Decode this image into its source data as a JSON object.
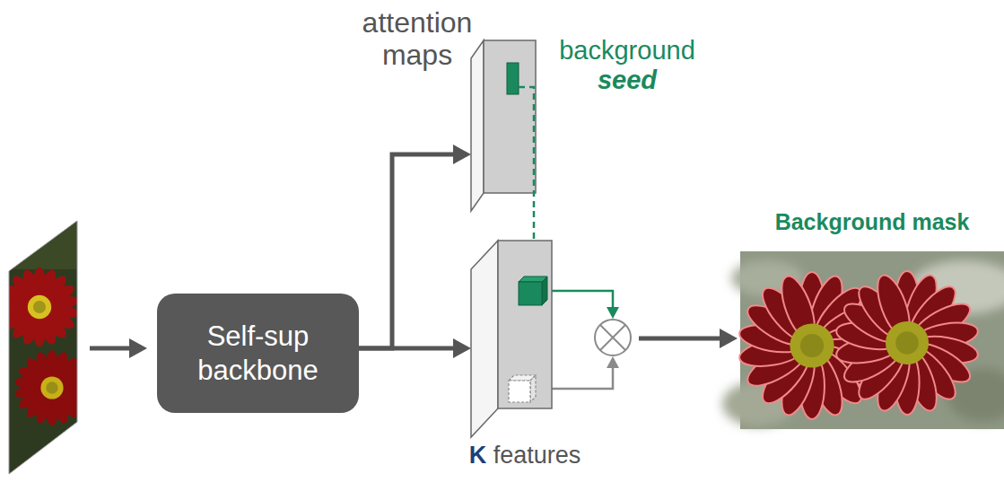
{
  "diagram": {
    "nodes": [
      {
        "text": [
          "Self-sup backbone"
        ]
      },
      {
        "text": [
          "attention maps"
        ]
      },
      {
        "text": [
          "K features"
        ]
      },
      {
        "text": [
          "Background mask"
        ]
      }
    ],
    "edges": [
      {
        "from": 0,
        "to": 1,
        "arrow": "to"
      },
      {
        "from": 0,
        "to": 2,
        "arrow": "to"
      },
      {
        "from": 1,
        "to": 2,
        "arrow": "to"
      },
      {
        "from": 2,
        "to": 3,
        "arrow": "to"
      }
    ],
    "labels": [
      "background seed"
    ]
  }
}
